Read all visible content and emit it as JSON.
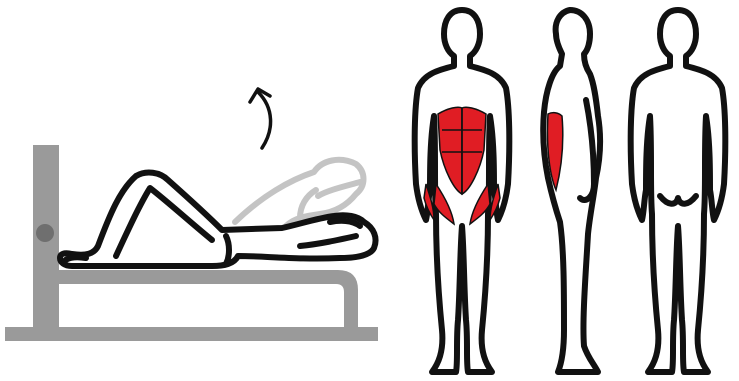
{
  "illustration": {
    "type": "exercise-anatomy-diagram",
    "exercise_panel": {
      "equipment": "bench-with-upright-post",
      "start_position": "lying-supine-knees-bent-feet-hooked",
      "end_position": "curled-up-sit-up",
      "movement_indicator": "curved-arrow-up"
    },
    "anatomy_panel": {
      "views": [
        "front",
        "side",
        "back"
      ],
      "highlighted_muscles": [
        "rectus-abdominis",
        "hip-flexors"
      ]
    }
  },
  "colors": {
    "outline": "#111111",
    "equipment": "#9a9a9a",
    "ghost_figure": "#c4c4c4",
    "muscle_highlight": "#e01d24",
    "background": "#ffffff"
  }
}
